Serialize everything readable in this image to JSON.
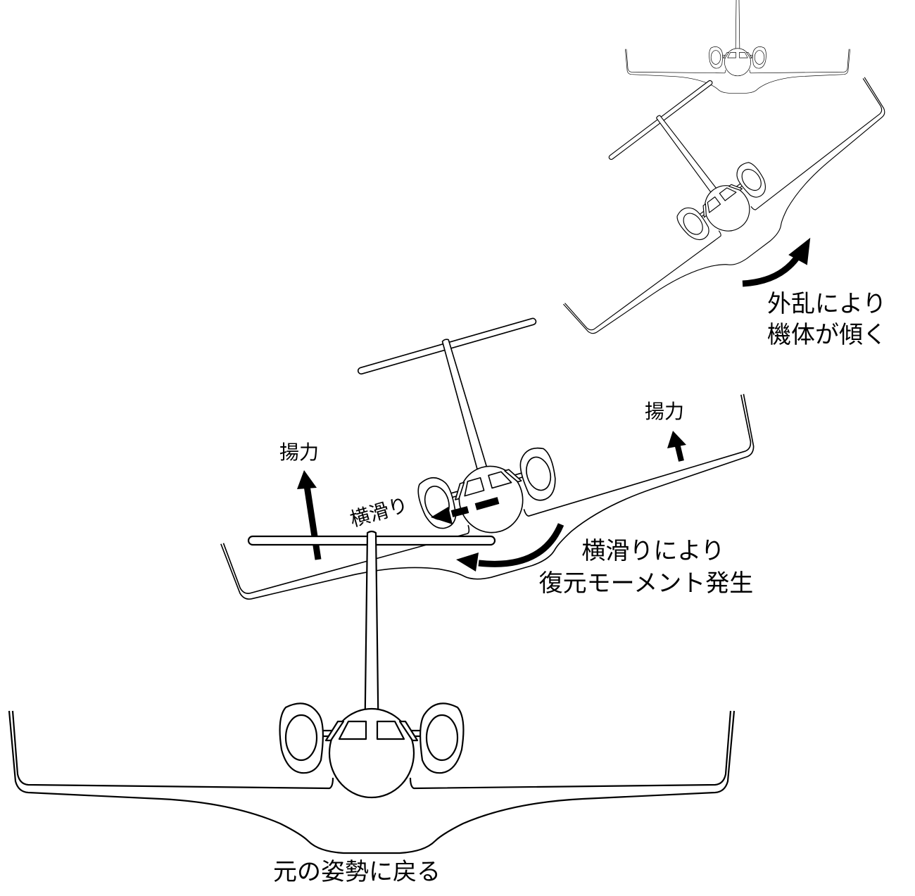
{
  "diagram": {
    "title": "",
    "stages": [
      {
        "id": "level-flight",
        "description": "level flight (top, small)"
      },
      {
        "id": "disturbed",
        "caption_lines": [
          "外乱により",
          "機体が傾く"
        ]
      },
      {
        "id": "sideslip",
        "caption_lines": [
          "横滑りにより",
          "復元モーメント発生"
        ],
        "lift_left": "揚力",
        "lift_right": "揚力",
        "sideslip_label": "横滑り"
      },
      {
        "id": "recovered",
        "caption": "元の姿勢に戻る"
      }
    ],
    "colors": {
      "stroke": "#000000",
      "fill": "#ffffff"
    }
  }
}
